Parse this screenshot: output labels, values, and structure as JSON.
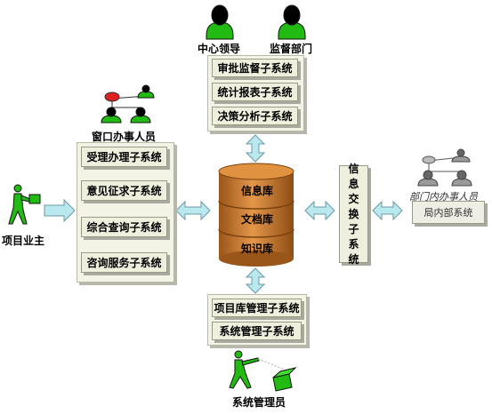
{
  "top_roles": {
    "leader": "中心领导",
    "supervision_dept": "监督部门"
  },
  "top_subsystems": [
    "审批监督子系统",
    "统计报表子系统",
    "决策分析子系统"
  ],
  "window_staff": "窗口办事人员",
  "left_subsystems": [
    "受理办理子系统",
    "意见征求子系统",
    "综合查询子系统",
    "咨询服务子系统"
  ],
  "project_owner": "项目业主",
  "databases": [
    "信息库",
    "文档库",
    "知识库"
  ],
  "exchange_subsystem": "信息交换子系统",
  "dept_staff": "部门内办事人员",
  "internal_system": "局内部系统",
  "bottom_subsystems": [
    "项目库管理子系统",
    "系统管理子系统"
  ],
  "sys_admin": "系统管理员",
  "colors": {
    "box": "#efefde",
    "shadow": "#a9a9a0",
    "arrow": "#b9e8ee",
    "arrow_stroke": "#6a9aa6",
    "cylinder": "#c0712b",
    "person_green": "#22bb11",
    "person_grey": "#999999"
  }
}
